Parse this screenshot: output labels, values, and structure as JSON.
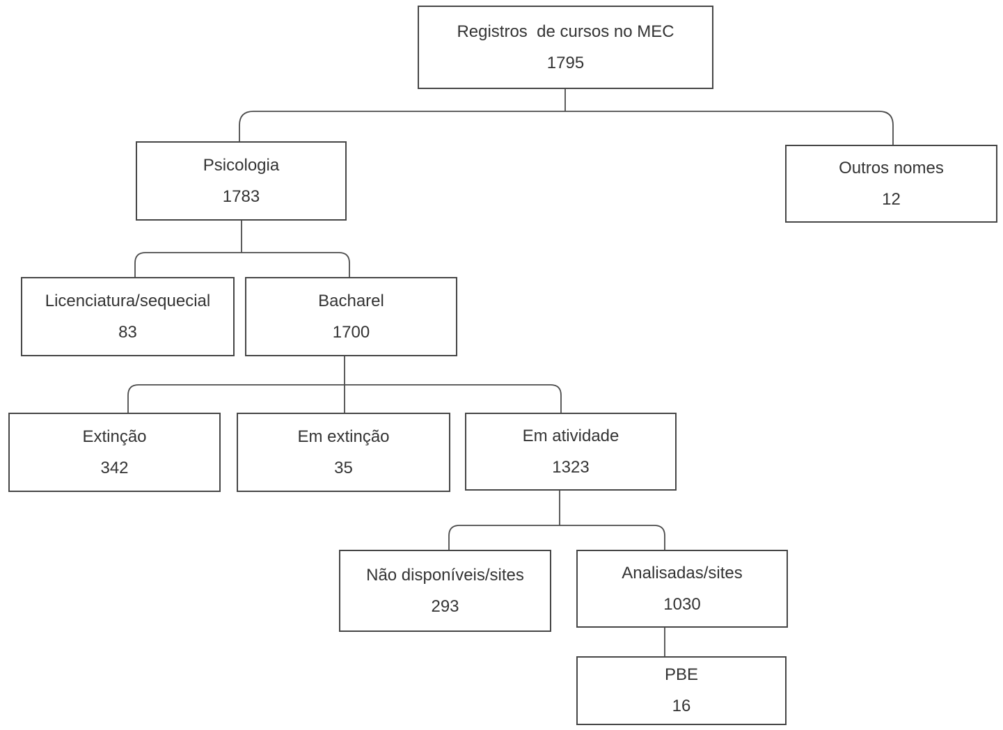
{
  "diagram": {
    "type": "flowchart",
    "title": "Registros de cursos no MEC",
    "colors": {
      "border": "#454545",
      "line": "#4a4a4a",
      "text": "#333333",
      "background": "#ffffff"
    },
    "nodes": {
      "root": {
        "label": "Registros  de cursos no MEC",
        "value": "1795"
      },
      "psicologia": {
        "label": "Psicologia",
        "value": "1783"
      },
      "outros_nomes": {
        "label": "Outros nomes",
        "value": "12"
      },
      "licenciatura": {
        "label": "Licenciatura/sequecial",
        "value": "83"
      },
      "bacharel": {
        "label": "Bacharel",
        "value": "1700"
      },
      "extincao": {
        "label": "Extinção",
        "value": "342"
      },
      "em_extincao": {
        "label": "Em extinção",
        "value": "35"
      },
      "em_atividade": {
        "label": "Em atividade",
        "value": "1323"
      },
      "nao_disponiveis": {
        "label": "Não disponíveis/sites",
        "value": "293"
      },
      "analisadas": {
        "label": "Analisadas/sites",
        "value": "1030"
      },
      "pbe": {
        "label": "PBE",
        "value": "16"
      }
    },
    "edges": [
      {
        "from": "root",
        "to": "psicologia"
      },
      {
        "from": "root",
        "to": "outros_nomes"
      },
      {
        "from": "psicologia",
        "to": "licenciatura"
      },
      {
        "from": "psicologia",
        "to": "bacharel"
      },
      {
        "from": "bacharel",
        "to": "extincao"
      },
      {
        "from": "bacharel",
        "to": "em_extincao"
      },
      {
        "from": "bacharel",
        "to": "em_atividade"
      },
      {
        "from": "em_atividade",
        "to": "nao_disponiveis"
      },
      {
        "from": "em_atividade",
        "to": "analisadas"
      },
      {
        "from": "analisadas",
        "to": "pbe"
      }
    ]
  }
}
